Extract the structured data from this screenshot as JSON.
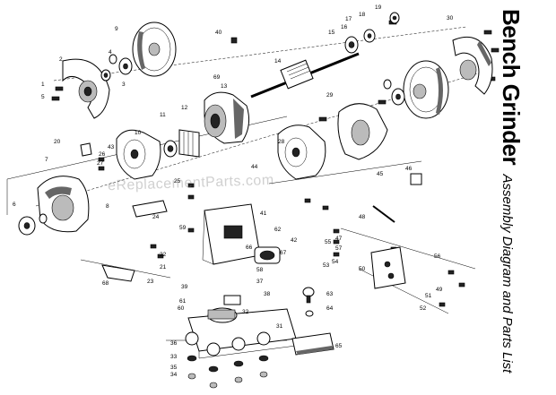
{
  "title": {
    "main": "Bench Grinder",
    "sub": "Assembly Diagram and Parts List"
  },
  "watermark": "eReplacementParts.com",
  "callouts": [
    "1",
    "2",
    "3",
    "4",
    "5",
    "6",
    "7",
    "8",
    "9",
    "10",
    "11",
    "12",
    "13",
    "14",
    "15",
    "16",
    "17",
    "18",
    "19",
    "20",
    "21",
    "22",
    "23",
    "24",
    "25",
    "26",
    "27",
    "28",
    "29",
    "30",
    "31",
    "32",
    "33",
    "34",
    "35",
    "36",
    "37",
    "38",
    "39",
    "40",
    "41",
    "42",
    "43",
    "44",
    "45",
    "46",
    "47",
    "48",
    "49",
    "50",
    "51",
    "52",
    "53",
    "54",
    "55",
    "56",
    "57",
    "58",
    "59",
    "60",
    "61",
    "62",
    "63",
    "64",
    "65",
    "66",
    "67",
    "68",
    "69"
  ]
}
